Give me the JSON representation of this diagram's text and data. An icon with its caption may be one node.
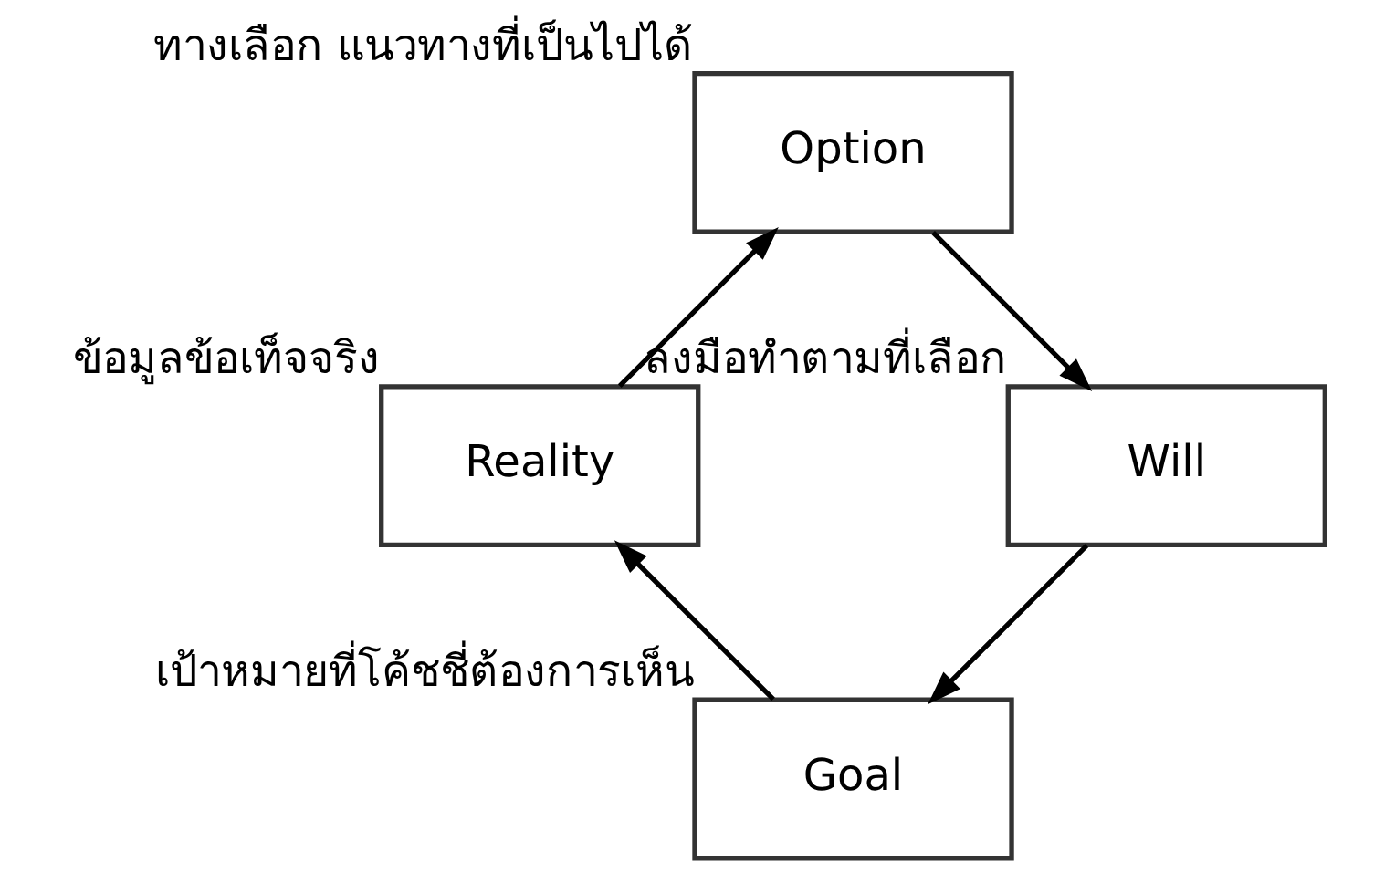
{
  "diagram": {
    "nodes": [
      {
        "text": [
          "Goal"
        ],
        "beside": [
          "เป้าหมายที่โค้ชชี่ต้องการเห็น"
        ]
      },
      {
        "text": [
          "Will"
        ],
        "beside": [
          "ลงมือทำตามที่เลือก"
        ]
      },
      {
        "text": [
          "Reality"
        ],
        "beside": [
          "ข้อมูลข้อเท็จจริง"
        ]
      },
      {
        "text": [
          "Option"
        ],
        "beside": [
          "ทางเลือก แนวทางที่เป็นไปได้"
        ]
      }
    ],
    "edges": [
      {
        "from": 1,
        "to": 0,
        "arrow": "to"
      },
      {
        "from": 0,
        "to": 2,
        "arrow": "to"
      },
      {
        "from": 2,
        "to": 3,
        "arrow": "to"
      },
      {
        "from": 3,
        "to": 1,
        "arrow": "to"
      }
    ]
  }
}
